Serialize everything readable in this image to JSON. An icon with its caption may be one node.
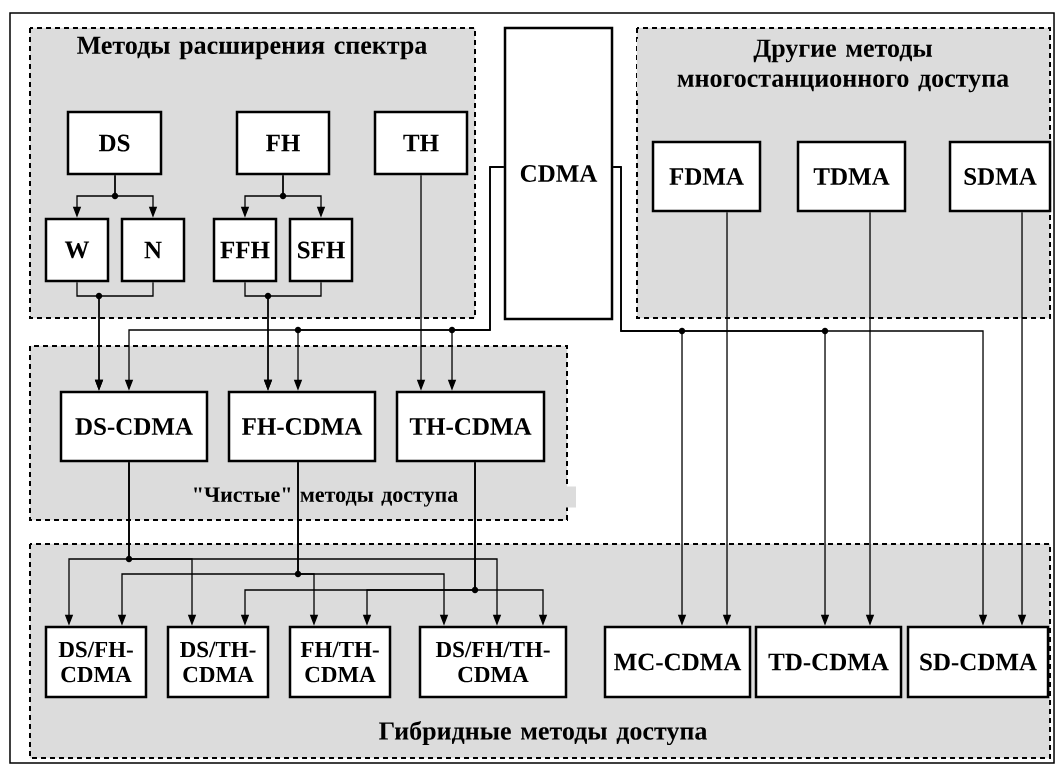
{
  "diagram": {
    "nodes": [
      {
        "text": [
          "Методы расширения спектра"
        ]
      },
      {
        "text": [
          "DS"
        ],
        "in": 0
      },
      {
        "text": [
          "FH"
        ],
        "in": 0
      },
      {
        "text": [
          "TH"
        ],
        "in": 0
      },
      {
        "text": [
          "W"
        ],
        "in": 0
      },
      {
        "text": [
          "N"
        ],
        "in": 0
      },
      {
        "text": [
          "FFH"
        ],
        "in": 0
      },
      {
        "text": [
          "SFH"
        ],
        "in": 0
      },
      {
        "text": [
          "CDMA"
        ]
      },
      {
        "text": [
          "Другие методы многостанционного доступа"
        ]
      },
      {
        "text": [
          "FDMA"
        ],
        "in": 9
      },
      {
        "text": [
          "TDMA"
        ],
        "in": 9
      },
      {
        "text": [
          "SDMA"
        ],
        "in": 9
      },
      {
        "text": [
          "\"Чистые\" методы доступа"
        ]
      },
      {
        "text": [
          "DS-CDMA"
        ],
        "in": 13
      },
      {
        "text": [
          "FH-CDMA"
        ],
        "in": 13
      },
      {
        "text": [
          "TH-CDMA"
        ],
        "in": 13
      },
      {
        "text": [
          "Гибридные методы доступа"
        ]
      },
      {
        "text": [
          "DS/FH- CDMA"
        ],
        "in": 17
      },
      {
        "text": [
          "DS/TH- CDMA"
        ],
        "in": 17
      },
      {
        "text": [
          "FH/TH- CDMA"
        ],
        "in": 17
      },
      {
        "text": [
          "DS/FH/TH- CDMA"
        ],
        "in": 17
      },
      {
        "text": [
          "MC-CDMA"
        ],
        "in": 17
      },
      {
        "text": [
          "TD-CDMA"
        ],
        "in": 17
      },
      {
        "text": [
          "SD-CDMA"
        ],
        "in": 17
      }
    ],
    "edges": [
      {
        "from": 1,
        "to": 4,
        "arrow": "to"
      },
      {
        "from": 1,
        "to": 5,
        "arrow": "to"
      },
      {
        "from": 2,
        "to": 6,
        "arrow": "to"
      },
      {
        "from": 2,
        "to": 7,
        "arrow": "to"
      },
      {
        "from": 4,
        "to": 14,
        "arrow": "to"
      },
      {
        "from": 5,
        "to": 14,
        "arrow": "to"
      },
      {
        "from": 6,
        "to": 15,
        "arrow": "to"
      },
      {
        "from": 7,
        "to": 15,
        "arrow": "to"
      },
      {
        "from": 3,
        "to": 16,
        "arrow": "to"
      },
      {
        "from": 8,
        "to": 14,
        "arrow": "to"
      },
      {
        "from": 8,
        "to": 15,
        "arrow": "to"
      },
      {
        "from": 8,
        "to": 16,
        "arrow": "to"
      },
      {
        "from": 8,
        "to": 22,
        "arrow": "to"
      },
      {
        "from": 8,
        "to": 23,
        "arrow": "to"
      },
      {
        "from": 8,
        "to": 24,
        "arrow": "to"
      },
      {
        "from": 10,
        "to": 22,
        "arrow": "to"
      },
      {
        "from": 11,
        "to": 23,
        "arrow": "to"
      },
      {
        "from": 12,
        "to": 24,
        "arrow": "to"
      },
      {
        "from": 14,
        "to": 18,
        "arrow": "to"
      },
      {
        "from": 14,
        "to": 19,
        "arrow": "to"
      },
      {
        "from": 14,
        "to": 21,
        "arrow": "to"
      },
      {
        "from": 15,
        "to": 18,
        "arrow": "to"
      },
      {
        "from": 15,
        "to": 20,
        "arrow": "to"
      },
      {
        "from": 15,
        "to": 21,
        "arrow": "to"
      },
      {
        "from": 16,
        "to": 19,
        "arrow": "to"
      },
      {
        "from": 16,
        "to": 20,
        "arrow": "to"
      },
      {
        "from": 16,
        "to": 21,
        "arrow": "to"
      }
    ]
  }
}
